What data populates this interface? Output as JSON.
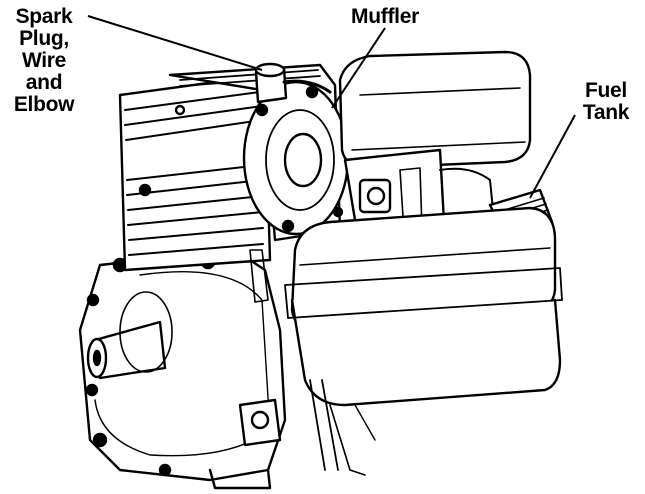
{
  "labels": {
    "spark_plug": [
      "Spark",
      "Plug,",
      "Wire",
      "and",
      "Elbow"
    ],
    "muffler": "Muffler",
    "fuel_tank": [
      "Fuel",
      "Tank"
    ]
  },
  "colors": {
    "line": "#000000",
    "background": "#ffffff",
    "shade": "#d9d9d9"
  }
}
